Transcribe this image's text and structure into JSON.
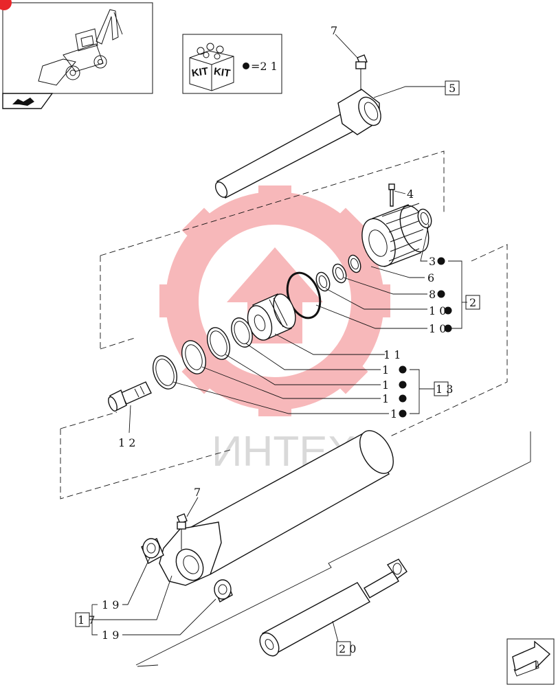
{
  "kit_box": {
    "label_left": "KIT",
    "label_right": "KIT",
    "legend": "=2 1"
  },
  "watermark": {
    "text": "ИНТЕХ",
    "color": "#e8262b"
  },
  "callouts": [
    {
      "id": "c7a",
      "text": "7"
    },
    {
      "id": "c5",
      "text": "5",
      "boxed": true
    },
    {
      "id": "c4",
      "text": "4"
    },
    {
      "id": "c3",
      "text": "3",
      "kit": true
    },
    {
      "id": "c6",
      "text": "6"
    },
    {
      "id": "c8",
      "text": "8",
      "kit": true
    },
    {
      "id": "c2",
      "text": "2",
      "boxed": true
    },
    {
      "id": "c10a",
      "text": "1 0",
      "kit": true
    },
    {
      "id": "c10b",
      "text": "1 0",
      "kit": true
    },
    {
      "id": "c11a",
      "text": "1 1"
    },
    {
      "id": "c11b",
      "text": "1",
      "kit": true
    },
    {
      "id": "c11c",
      "text": "1",
      "kit": true
    },
    {
      "id": "c11d",
      "text": "1",
      "kit": true
    },
    {
      "id": "c11e",
      "text": "1",
      "kit": true
    },
    {
      "id": "c13",
      "text": "1 3",
      "boxed": true
    },
    {
      "id": "c12",
      "text": "1 2"
    },
    {
      "id": "c7b",
      "text": "7"
    },
    {
      "id": "c19a",
      "text": "1 9"
    },
    {
      "id": "c17",
      "text": "1 7",
      "boxed": true
    },
    {
      "id": "c19b",
      "text": "1 9"
    },
    {
      "id": "c20",
      "text": "2 0",
      "boxed": true
    }
  ]
}
